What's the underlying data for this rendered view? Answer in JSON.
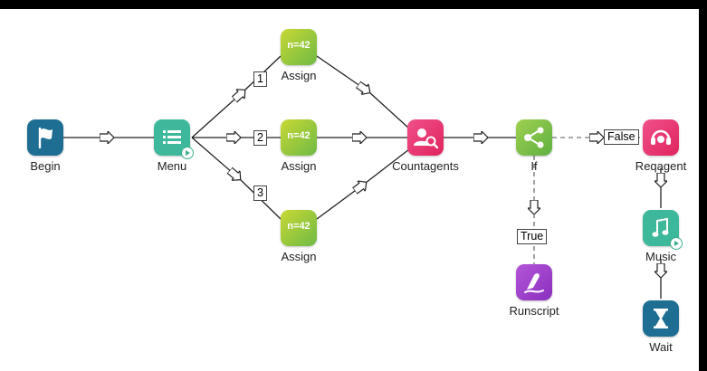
{
  "nodes": {
    "begin": {
      "label": "Begin"
    },
    "menu": {
      "label": "Menu"
    },
    "assign1": {
      "label": "Assign",
      "badge": "n=42"
    },
    "assign2": {
      "label": "Assign",
      "badge": "n=42"
    },
    "assign3": {
      "label": "Assign",
      "badge": "n=42"
    },
    "countagents": {
      "label": "Countagents"
    },
    "if": {
      "label": "If"
    },
    "runscript": {
      "label": "Runscript"
    },
    "reqagent": {
      "label": "Reqagent"
    },
    "music": {
      "label": "Music"
    },
    "wait": {
      "label": "Wait"
    }
  },
  "edge_labels": {
    "menu_1": "1",
    "menu_2": "2",
    "menu_3": "3",
    "if_false": "False",
    "if_true": "True"
  },
  "colors": {
    "begin": "#1e6e93",
    "menu": "#3db89a",
    "assign": "#8dc63f",
    "countagents": "#e8336f",
    "if": "#7ac04a",
    "runscript": "#9b3fc7",
    "reqagent": "#e8336f",
    "music": "#3db89a",
    "wait": "#1e6e93"
  }
}
